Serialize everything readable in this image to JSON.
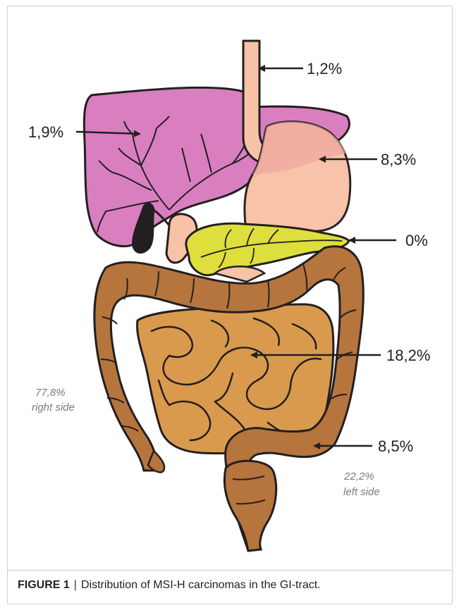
{
  "figure": {
    "caption_label": "FIGURE 1",
    "caption_separator": "|",
    "caption_text": "Distribution of MSI-H carcinomas in the GI-tract."
  },
  "labels": {
    "esophagus": "1,2%",
    "liver": "1,9%",
    "stomach": "8,3%",
    "pancreas": "0%",
    "small_intestine": "18,2%",
    "descending_colon": "8,5%",
    "right_side_pct": "77,8%",
    "right_side_text": "right side",
    "left_side_pct": "22,2%",
    "left_side_text": "left side"
  },
  "colors": {
    "liver": "#d97fc0",
    "stomach": "#f8c2a6",
    "pancreas": "#dede3c",
    "small_intestine": "#d99a4e",
    "colon": "#b5753d",
    "gallbladder": "#231f20",
    "outline": "#231f20"
  }
}
